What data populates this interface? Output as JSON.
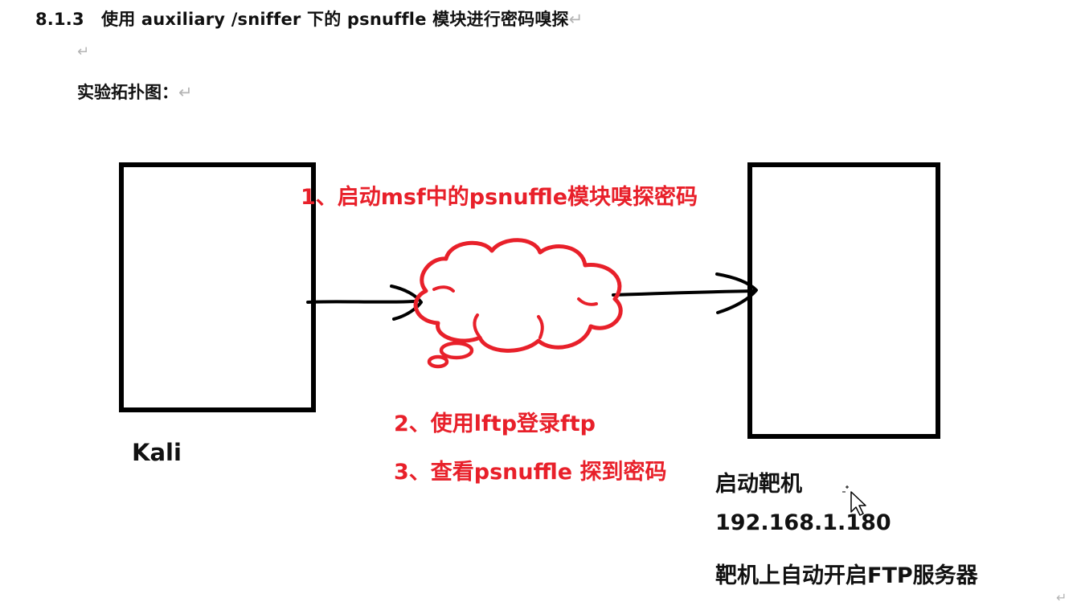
{
  "document": {
    "heading": "8.1.3　使用 auxiliary /sniffer 下的 psnuffle 模块进行密码嗅探",
    "paragraph_mark": "↵",
    "topology_label": "实验拓扑图："
  },
  "diagram": {
    "kali_label": "Kali",
    "step1": "1、启动msf中的psnuffle模块嗅探密码",
    "step2": "2、使用lftp登录ftp",
    "step3": "3、查看psnuffle 探到密码",
    "target_start": "启动靶机",
    "target_ip": "192.168.1.180",
    "target_ftp": "靶机上自动开启FTP服务器"
  },
  "colors": {
    "annotation_red": "#e8202a",
    "ink": "#000000"
  }
}
